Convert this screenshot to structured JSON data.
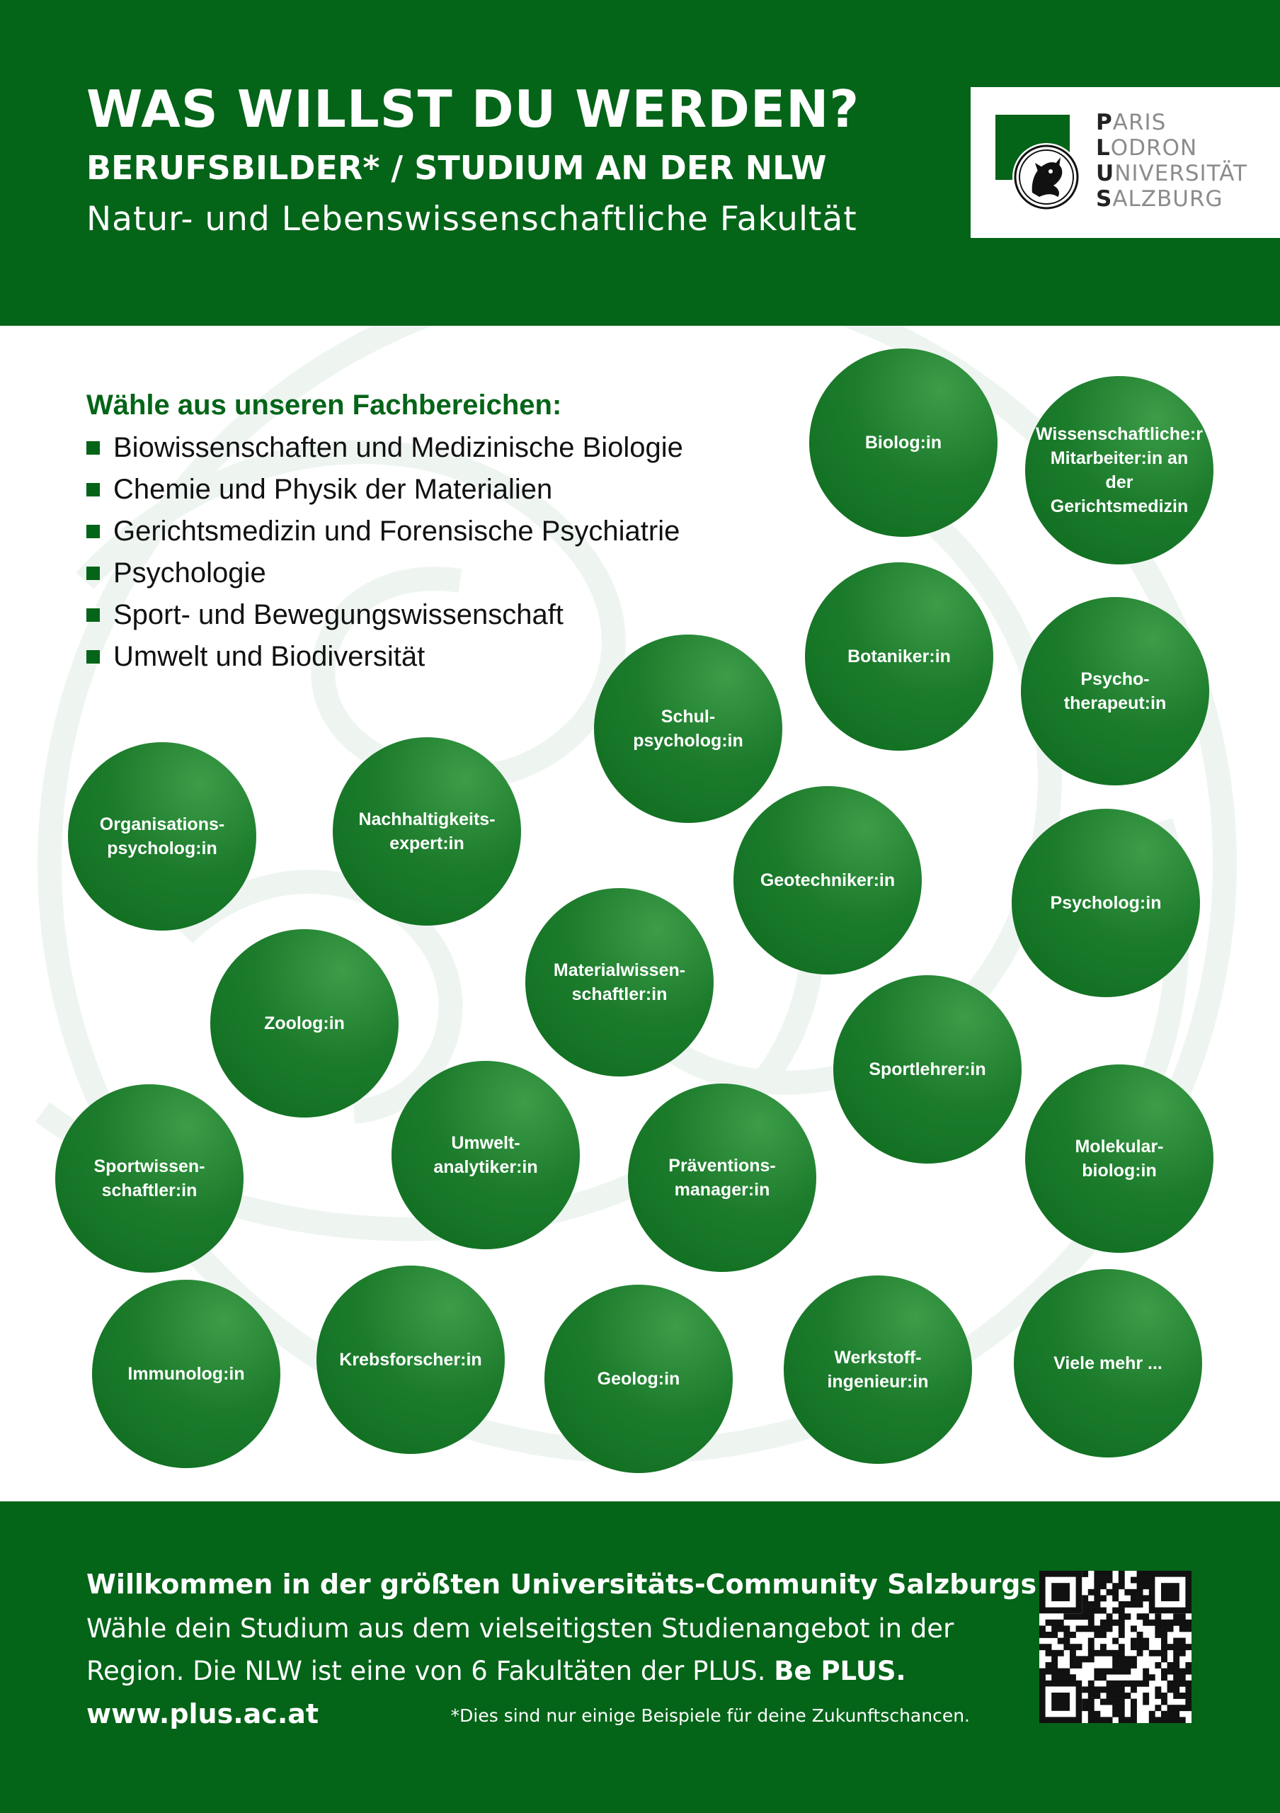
{
  "header": {
    "title": "WAS WILLST DU WERDEN?",
    "subtitle": "BERUFSBILDER* / STUDIUM AN DER NLW",
    "faculty": "Natur- und Lebenswissenschaftliche Fakultät",
    "logo": {
      "icon": "university-seal-icon",
      "lines": [
        {
          "initial": "P",
          "rest": "ARIS"
        },
        {
          "initial": "L",
          "rest": "ODRON"
        },
        {
          "initial": "U",
          "rest": "NIVERSITÄT"
        },
        {
          "initial": "S",
          "rest": "ALZBURG"
        }
      ]
    }
  },
  "fields": {
    "title": "Wähle aus unseren Fachbereichen:",
    "items": [
      "Biowissenschaften und Medizinische Biologie",
      "Chemie und Physik der Materialien",
      "Gerichtsmedizin und Forensische Psychiatrie",
      "Psychologie",
      "Sport- und Bewegungswissenschaft",
      "Umwelt und Biodiversität"
    ]
  },
  "careers": [
    "Biolog:in",
    "Wissenschaftliche:r\nMitarbeiter:in an\nder\nGerichtsmedizin",
    "Botaniker:in",
    "Psycho-\ntherapeut:in",
    "Schul-\npsycholog:in",
    "Organisations-\npsycholog:in",
    "Nachhaltigkeits-\nexpert:in",
    "Geotechniker:in",
    "Psycholog:in",
    "Materialwissen-\nschaftler:in",
    "Zoolog:in",
    "Sportlehrer:in",
    "Sportwissen-\nschaftler:in",
    "Umwelt-\nanalytiker:in",
    "Präventions-\nmanager:in",
    "Molekular-\nbiolog:in",
    "Immunolog:in",
    "Krebsforscher:in",
    "Geolog:in",
    "Werkstoff-\ningenieur:in",
    "Viele mehr ..."
  ],
  "footer": {
    "headline": "Willkommen in der größten Universitäts-Community Salzburgs!",
    "body": "Wähle dein Studium aus dem vielseitigsten Studienangebot in der Region. Die NLW ist eine von 6 Fakultäten der PLUS.",
    "body_bold": "Be PLUS.",
    "url": "www.plus.ac.at",
    "note": "*Dies sind nur einige Beispiele für deine Zukunftschancen.",
    "qr_icon": "qr-code-icon"
  },
  "colors": {
    "brand_green": "#046418",
    "bubble_light": "#3c9c48",
    "bubble_dark": "#0d6a1e",
    "watermark": "#eef5f1"
  }
}
